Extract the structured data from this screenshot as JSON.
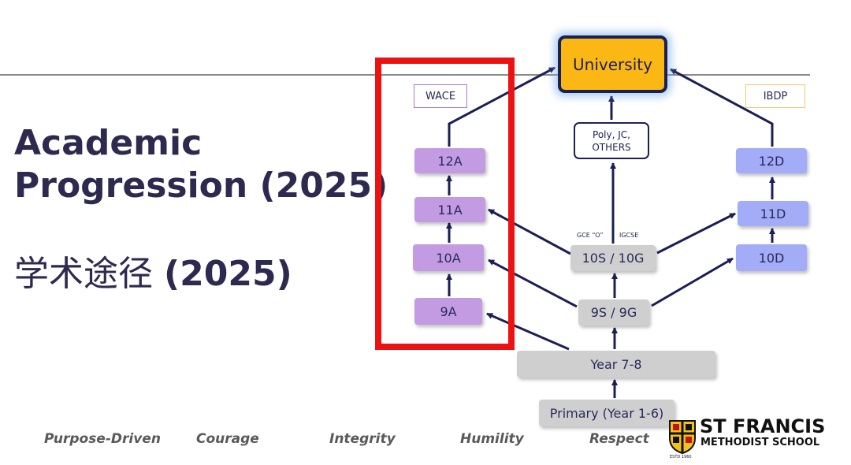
{
  "slide": {
    "title_line1": "Academic",
    "title_line2": "Progression (2025)",
    "chinese_title_text": "学术途径",
    "chinese_title_year": "(2025)"
  },
  "diagram": {
    "university": "University",
    "poly": "Poly, JC,\nOTHERS",
    "wace_label": "WACE",
    "ibdp_label": "IBDP",
    "gce_label": "GCE “O”",
    "igcse_label": "IGCSE",
    "wace_track": [
      "12A",
      "11A",
      "10A",
      "9A"
    ],
    "ib_track": [
      "12D",
      "11D",
      "10D"
    ],
    "core": {
      "sec4": "10S / 10G",
      "sec3": "9S / 9G",
      "year78": "Year 7-8",
      "primary": "Primary (Year 1-6)"
    },
    "highlight_color": "#ee1111"
  },
  "values": [
    "Purpose-Driven",
    "Courage",
    "Integrity",
    "Humility",
    "Respect"
  ],
  "school": {
    "name_line1": "ST FRANCIS",
    "name_line2": "METHODIST SCHOOL",
    "estd": "ESTD 1960"
  }
}
